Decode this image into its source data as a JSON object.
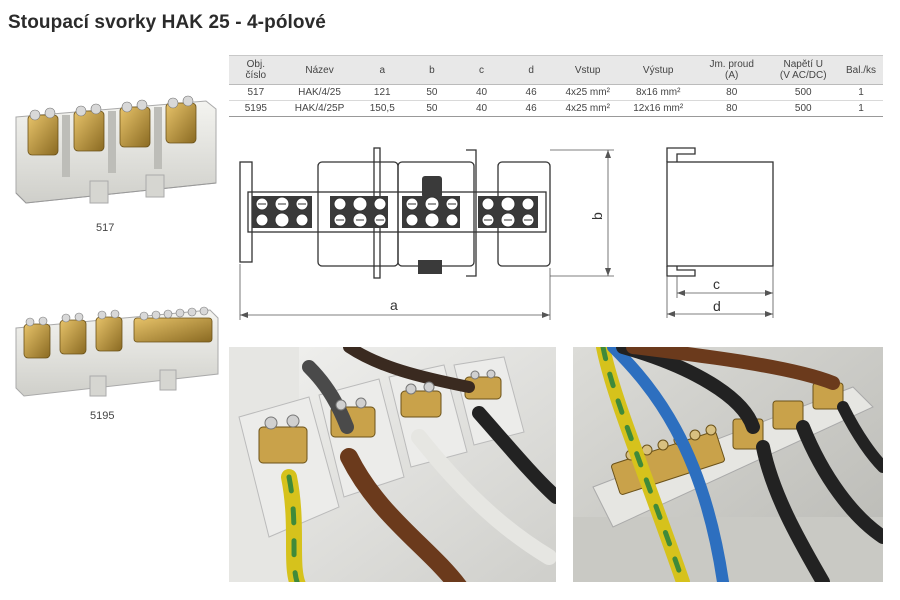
{
  "title": "Stoupací svorky HAK 25 - 4-pólové",
  "table": {
    "headers": [
      [
        "Obj.",
        "číslo"
      ],
      [
        "Název",
        ""
      ],
      [
        "a",
        ""
      ],
      [
        "b",
        ""
      ],
      [
        "c",
        ""
      ],
      [
        "d",
        ""
      ],
      [
        "Vstup",
        ""
      ],
      [
        "Výstup",
        ""
      ],
      [
        "Jm. proud",
        "(A)"
      ],
      [
        "Napětí U",
        "(V AC/DC)"
      ],
      [
        "Bal./ks",
        ""
      ]
    ],
    "rows": [
      [
        "517",
        "HAK/4/25",
        "121",
        "50",
        "40",
        "46",
        "4x25 mm²",
        "8x16 mm²",
        "80",
        "500",
        "1"
      ],
      [
        "5195",
        "HAK/4/25P",
        "150,5",
        "50",
        "40",
        "46",
        "4x25 mm²",
        "12x16 mm²",
        "80",
        "500",
        "1"
      ]
    ]
  },
  "products": [
    {
      "code": "517"
    },
    {
      "code": "5195"
    }
  ],
  "dimensions": {
    "a": "a",
    "b": "b",
    "c": "c",
    "d": "d"
  },
  "colors": {
    "brass": "#c9a24a",
    "body": "#e9e9e4",
    "line": "#333333"
  }
}
